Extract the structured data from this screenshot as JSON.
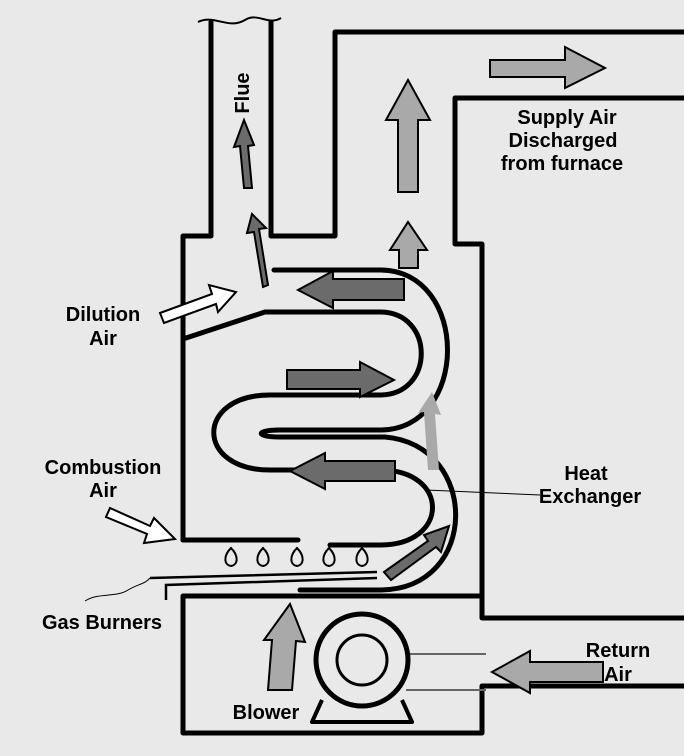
{
  "labels": {
    "flue": "Flue",
    "supply_1": "Supply Air",
    "supply_2": "Discharged",
    "supply_3": "from furnace",
    "dilution_1": "Dilution",
    "dilution_2": "Air",
    "combustion_1": "Combustion",
    "combustion_2": "Air",
    "heat_1": "Heat",
    "heat_2": "Exchanger",
    "gas_burners": "Gas Burners",
    "return_1": "Return",
    "return_2": "Air",
    "blower": "Blower"
  },
  "colors": {
    "background": "#e9e9e9",
    "dark_arrow": "#6b6b6b",
    "light_arrow": "#a9a9a9",
    "outline": "#000000"
  }
}
